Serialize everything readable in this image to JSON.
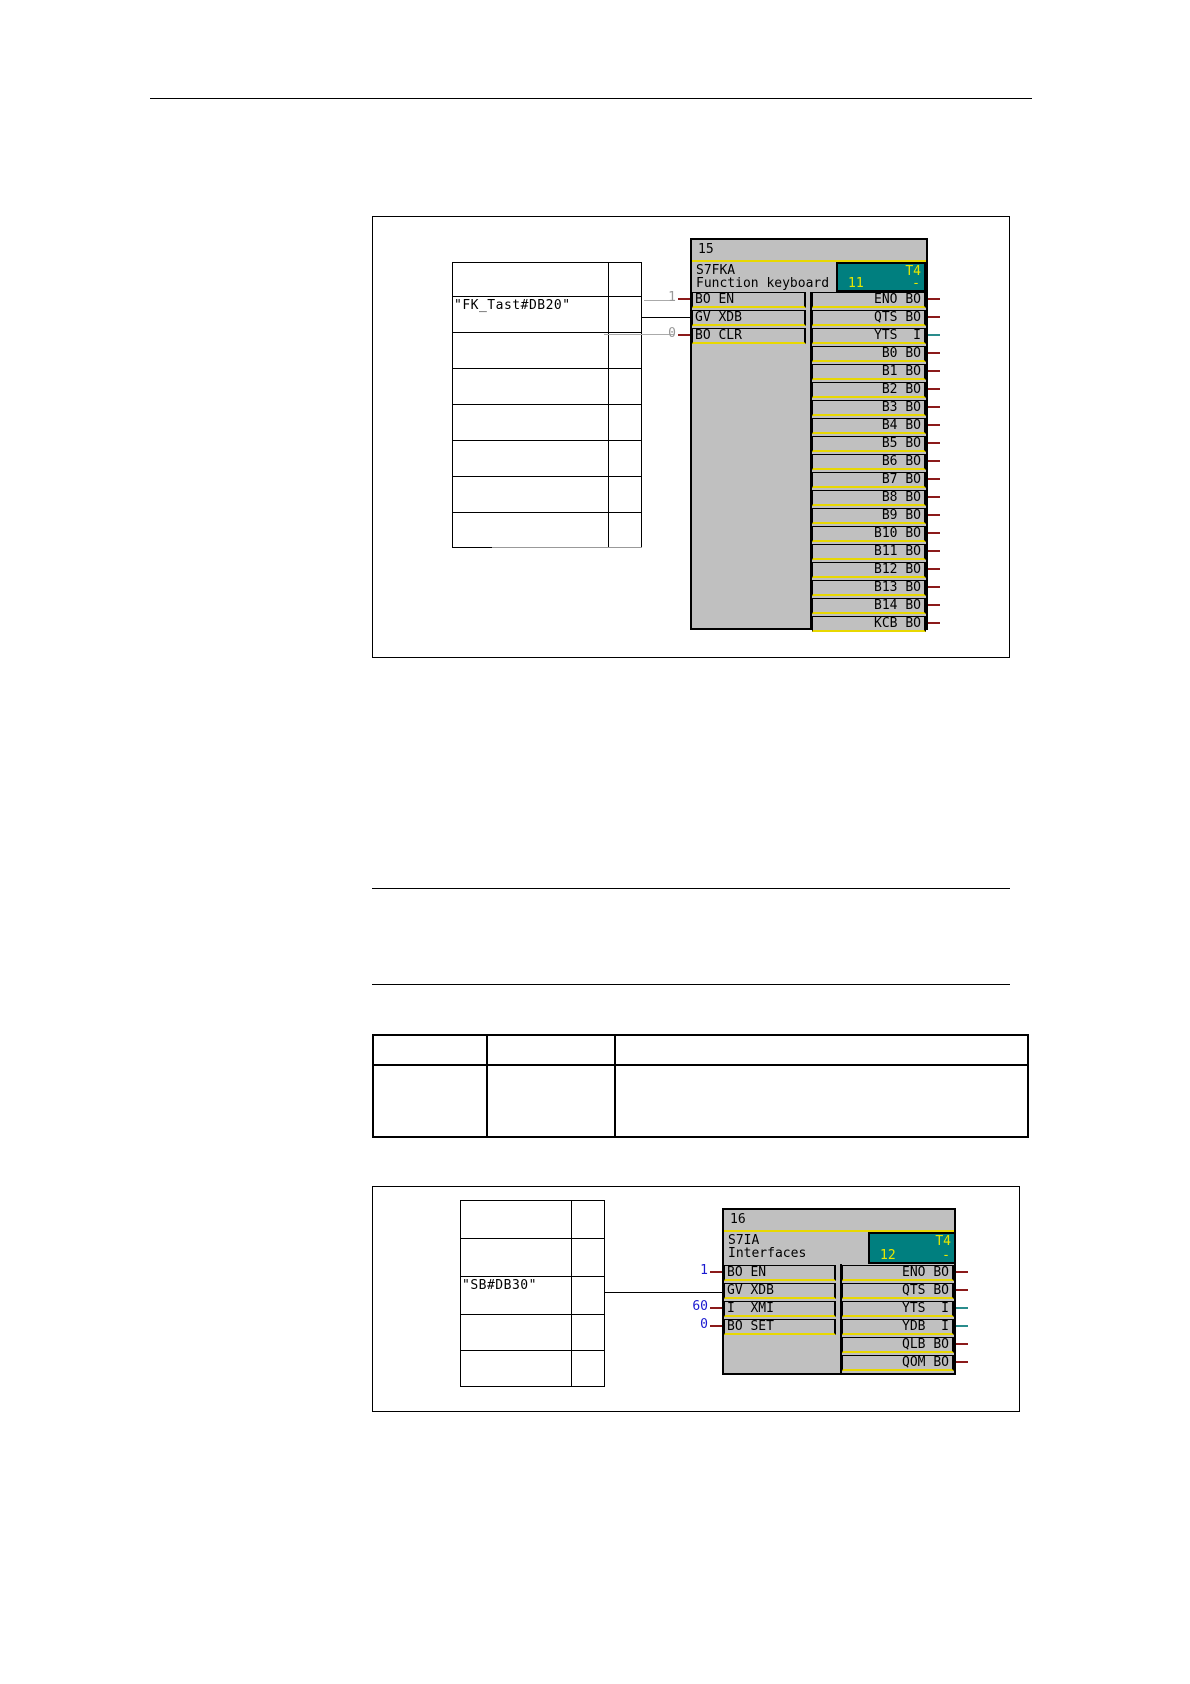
{
  "figure1": {
    "xref": {
      "db_name": "\"FK_Tast#DB20\""
    },
    "block": {
      "number": "15",
      "type": "S7FKA",
      "comment": "Function keyboard",
      "task": "T4",
      "sequence": "11",
      "seq_suffix": "-",
      "inputs": [
        {
          "value": "1",
          "label": "BO EN",
          "value_color": "#999999"
        },
        {
          "value": "",
          "label": "GV XDB",
          "value_color": "#000000"
        },
        {
          "value": "0",
          "label": "BO CLR",
          "value_color": "#999999"
        }
      ],
      "outputs": [
        {
          "label": "ENO BO",
          "line": "red"
        },
        {
          "label": "QTS BO",
          "line": "red"
        },
        {
          "label": "YTS  I",
          "line": "teal"
        },
        {
          "label": "B0 BO",
          "line": "red"
        },
        {
          "label": "B1 BO",
          "line": "red"
        },
        {
          "label": "B2 BO",
          "line": "red"
        },
        {
          "label": "B3 BO",
          "line": "red"
        },
        {
          "label": "B4 BO",
          "line": "red"
        },
        {
          "label": "B5 BO",
          "line": "red"
        },
        {
          "label": "B6 BO",
          "line": "red"
        },
        {
          "label": "B7 BO",
          "line": "red"
        },
        {
          "label": "B8 BO",
          "line": "red"
        },
        {
          "label": "B9 BO",
          "line": "red"
        },
        {
          "label": "B10 BO",
          "line": "red"
        },
        {
          "label": "B11 BO",
          "line": "red"
        },
        {
          "label": "B12 BO",
          "line": "red"
        },
        {
          "label": "B13 BO",
          "line": "red"
        },
        {
          "label": "B14 BO",
          "line": "red"
        },
        {
          "label": "KCB BO",
          "line": "red"
        }
      ]
    }
  },
  "figure2": {
    "xref": {
      "db_name": "\"SB#DB30\""
    },
    "block": {
      "number": "16",
      "type": "S7IA",
      "comment": "Interfaces",
      "task": "T4",
      "sequence": "12",
      "seq_suffix": "-",
      "inputs": [
        {
          "value": "1",
          "label": "BO EN",
          "value_color": "#1a1ad0"
        },
        {
          "value": "",
          "label": "GV XDB",
          "value_color": "#000000"
        },
        {
          "value": "60",
          "label": "I  XMI",
          "value_color": "#1a1ad0"
        },
        {
          "value": "0",
          "label": "BO SET",
          "value_color": "#1a1ad0"
        }
      ],
      "outputs": [
        {
          "label": "ENO BO",
          "line": "red"
        },
        {
          "label": "QTS BO",
          "line": "red"
        },
        {
          "label": "YTS  I",
          "line": "teal"
        },
        {
          "label": "YDB  I",
          "line": "teal"
        },
        {
          "label": "QLB BO",
          "line": "red"
        },
        {
          "label": "QOM BO",
          "line": "red"
        }
      ]
    }
  },
  "colors": {
    "block_bg": "#c0c0c0",
    "pin_border": "#e8d800",
    "task_bg": "#007f7f",
    "bool_out": "#8b1a1a",
    "int_out": "#2a8c8c"
  }
}
